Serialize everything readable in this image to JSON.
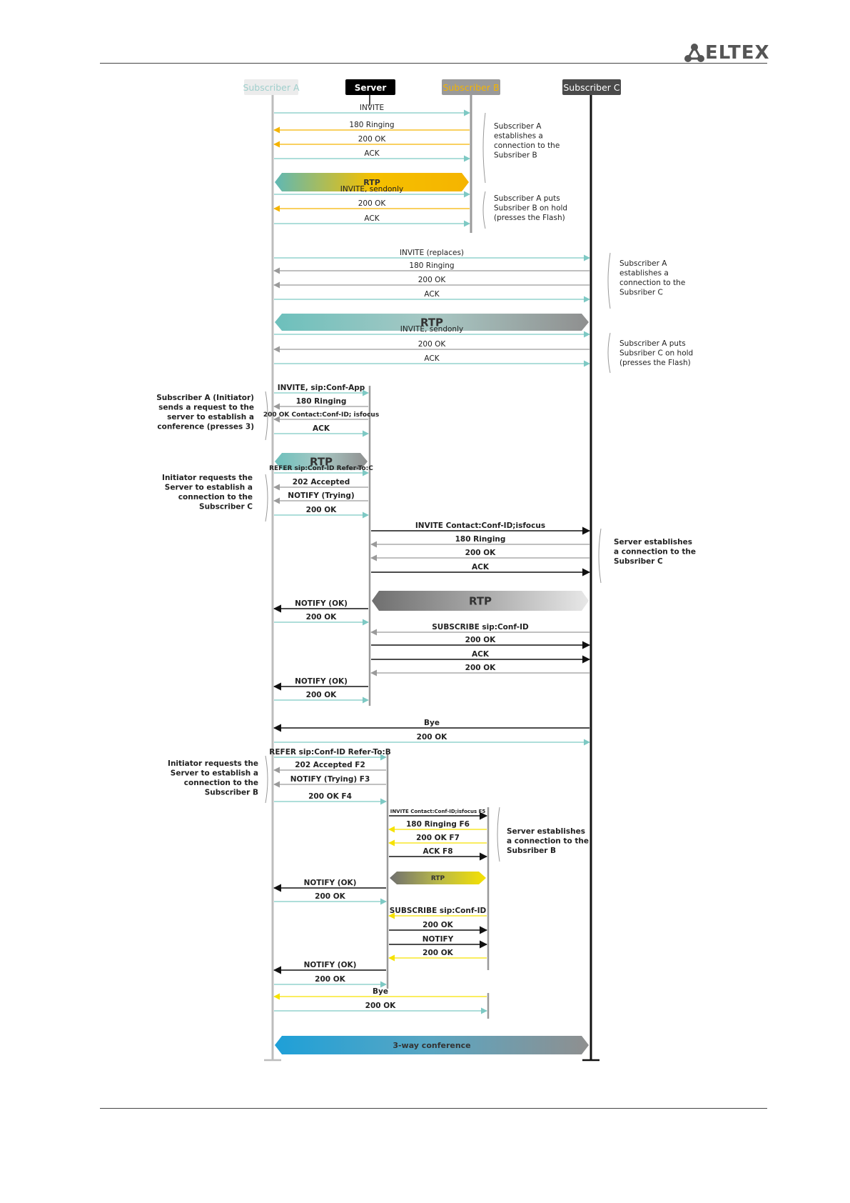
{
  "header": {
    "logo_text": "ELTEX"
  },
  "participants": [
    {
      "id": "A",
      "label": "Subscriber A",
      "bg": "#ececec",
      "fg": "#9fcfcc"
    },
    {
      "id": "S",
      "label": "Server",
      "bg": "#000000",
      "fg": "#ffffff"
    },
    {
      "id": "B",
      "label": "Subscriber B",
      "bg": "#9a9a9a",
      "fg": "#f4b400"
    },
    {
      "id": "C",
      "label": "Subscriber C",
      "bg": "#4a4a4a",
      "fg": "#ffffff"
    }
  ],
  "colors": {
    "A": "#7ec9c4",
    "B": "#f5b400",
    "B_light": "#f6e200",
    "C_grey": "#9a9a9a",
    "black": "#111111"
  },
  "messages": [
    {
      "label": "INVITE",
      "from": "A",
      "to": "B",
      "color": "A"
    },
    {
      "label": "180 Ringing",
      "from": "B",
      "to": "A",
      "color": "B"
    },
    {
      "label": "200 OK",
      "from": "B",
      "to": "A",
      "color": "B"
    },
    {
      "label": "ACK",
      "from": "A",
      "to": "B",
      "color": "A"
    },
    {
      "label": "INVITE, sendonly",
      "from": "A",
      "to": "B",
      "color": "A"
    },
    {
      "label": "200 OK",
      "from": "B",
      "to": "A",
      "color": "B"
    },
    {
      "label": "ACK",
      "from": "A",
      "to": "B",
      "color": "A"
    },
    {
      "label": "INVITE (replaces)",
      "from": "A",
      "to": "C",
      "color": "A"
    },
    {
      "label": "180 Ringing",
      "from": "C",
      "to": "A",
      "color": "C_grey"
    },
    {
      "label": "200 OK",
      "from": "C",
      "to": "A",
      "color": "C_grey"
    },
    {
      "label": "ACK",
      "from": "A",
      "to": "C",
      "color": "A"
    },
    {
      "label": "INVITE, sendonly",
      "from": "A",
      "to": "C",
      "color": "A"
    },
    {
      "label": "200 OK",
      "from": "C",
      "to": "A",
      "color": "C_grey"
    },
    {
      "label": "ACK",
      "from": "A",
      "to": "C",
      "color": "A"
    },
    {
      "label": "INVITE, sip:Conf-App",
      "from": "A",
      "to": "S",
      "color": "A",
      "bold": true
    },
    {
      "label": "180 Ringing",
      "from": "S",
      "to": "A",
      "color": "C_grey",
      "bold": true
    },
    {
      "label": "200 OK Contact:Conf-ID; isfocus",
      "from": "S",
      "to": "A",
      "color": "C_grey",
      "bold": true,
      "small": true
    },
    {
      "label": "ACK",
      "from": "A",
      "to": "S",
      "color": "A",
      "bold": true
    },
    {
      "label": "REFER sip:Conf-ID Refer-To:C",
      "from": "A",
      "to": "S",
      "color": "A",
      "bold": true,
      "small": true
    },
    {
      "label": "202 Accepted",
      "from": "S",
      "to": "A",
      "color": "C_grey",
      "bold": true
    },
    {
      "label": "NOTIFY (Trying)",
      "from": "S",
      "to": "A",
      "color": "C_grey",
      "bold": true
    },
    {
      "label": "200 OK",
      "from": "A",
      "to": "S",
      "color": "A",
      "bold": true
    },
    {
      "label": "INVITE Contact:Conf-ID;isfocus",
      "from": "S",
      "to": "C",
      "color": "black",
      "bold": true
    },
    {
      "label": "180 Ringing",
      "from": "C",
      "to": "S",
      "color": "C_grey",
      "bold": true
    },
    {
      "label": "200 OK",
      "from": "C",
      "to": "S",
      "color": "C_grey",
      "bold": true
    },
    {
      "label": "ACK",
      "from": "S",
      "to": "C",
      "color": "black",
      "bold": true
    },
    {
      "label": "NOTIFY (OK)",
      "from": "S",
      "to": "A",
      "color": "black",
      "bold": true
    },
    {
      "label": "200 OK",
      "from": "A",
      "to": "S",
      "color": "A",
      "bold": true
    },
    {
      "label": "SUBSCRIBE sip:Conf-ID",
      "from": "C",
      "to": "S",
      "color": "C_grey",
      "bold": true
    },
    {
      "label": "200 OK",
      "from": "S",
      "to": "C",
      "color": "black",
      "bold": true
    },
    {
      "label": "ACK",
      "from": "S",
      "to": "C",
      "color": "black",
      "bold": true
    },
    {
      "label": "200 OK",
      "from": "C",
      "to": "S",
      "color": "C_grey",
      "bold": true
    },
    {
      "label": "NOTIFY (OK)",
      "from": "S",
      "to": "A",
      "color": "black",
      "bold": true
    },
    {
      "label": "200 OK",
      "from": "A",
      "to": "S",
      "color": "A",
      "bold": true
    },
    {
      "label": "Bye",
      "from": "C",
      "to": "A",
      "color": "black",
      "bold": true
    },
    {
      "label": "200 OK",
      "from": "A",
      "to": "C",
      "color": "A",
      "bold": true
    },
    {
      "label": "REFER sip:Conf-ID Refer-To:B",
      "from": "A",
      "to": "S2",
      "color": "A",
      "bold": true
    },
    {
      "label": "202 Accepted F2",
      "from": "S2",
      "to": "A",
      "color": "C_grey",
      "bold": true
    },
    {
      "label": "NOTIFY (Trying) F3",
      "from": "S2",
      "to": "A",
      "color": "C_grey",
      "bold": true
    },
    {
      "label": "200 OK F4",
      "from": "A",
      "to": "S2",
      "color": "A",
      "bold": true
    },
    {
      "label": "INVITE Contact:Conf-ID;isfocus F5",
      "from": "S2",
      "to": "B2",
      "color": "black",
      "bold": true,
      "tiny": true
    },
    {
      "label": "180 Ringing F6",
      "from": "B2",
      "to": "S2",
      "color": "B_light",
      "bold": true
    },
    {
      "label": "200 OK F7",
      "from": "B2",
      "to": "S2",
      "color": "B_light",
      "bold": true
    },
    {
      "label": "ACK F8",
      "from": "S2",
      "to": "B2",
      "color": "black",
      "bold": true
    },
    {
      "label": "NOTIFY (OK)",
      "from": "S2",
      "to": "A",
      "color": "black",
      "bold": true
    },
    {
      "label": "200 OK",
      "from": "A",
      "to": "S2",
      "color": "A",
      "bold": true
    },
    {
      "label": "SUBSCRIBE sip:Conf-ID",
      "from": "B2",
      "to": "S2",
      "color": "B_light",
      "bold": true
    },
    {
      "label": "200 OK",
      "from": "S2",
      "to": "B2",
      "color": "black",
      "bold": true
    },
    {
      "label": "NOTIFY",
      "from": "S2",
      "to": "B2",
      "color": "black",
      "bold": true
    },
    {
      "label": "200 OK",
      "from": "B2",
      "to": "S2",
      "color": "B_light",
      "bold": true
    },
    {
      "label": "NOTIFY (OK)",
      "from": "S2",
      "to": "A",
      "color": "black",
      "bold": true
    },
    {
      "label": "200 OK",
      "from": "A",
      "to": "S2",
      "color": "A",
      "bold": true
    },
    {
      "label": "Bye",
      "from": "B2",
      "to": "A",
      "color": "B_light",
      "bold": true
    },
    {
      "label": "200 OK",
      "from": "A",
      "to": "B2",
      "color": "A",
      "bold": true
    }
  ],
  "rtp_bars": [
    {
      "label": "RTP",
      "from": "A",
      "to": "B",
      "colors": [
        "#5fb8b4",
        "#f5c000",
        "#f5b400"
      ]
    },
    {
      "label": "RTP",
      "from": "A",
      "to": "C",
      "colors": [
        "#6cc0bc",
        "#a8c8c4",
        "#8f8f8f"
      ],
      "large": true
    },
    {
      "label": "RTP",
      "from": "A",
      "to": "S",
      "colors": [
        "#6cc0bc",
        "#a8c8c4",
        "#8f8f8f"
      ],
      "large": true
    },
    {
      "label": "RTP",
      "from": "S",
      "to": "C",
      "colors": [
        "#6f6f6f",
        "#a8a8a8",
        "#e8e8e8"
      ],
      "large": true
    },
    {
      "label": "RTP",
      "from": "S2",
      "to": "B2",
      "colors": [
        "#6f6f6f",
        "#b8b84a",
        "#f6e200"
      ],
      "small": true
    },
    {
      "label": "3-way conference",
      "from": "A",
      "to": "C",
      "colors": [
        "#1ea0d8",
        "#5aa6c2",
        "#8f8f8f"
      ]
    }
  ],
  "notes": [
    {
      "text": [
        "Subscriber A",
        "establishes a",
        "connection to the",
        "Subsriber B"
      ],
      "side": "right",
      "bold": false
    },
    {
      "text": [
        "Subscriber A puts",
        "Subsriber B on hold",
        "(presses the Flash)"
      ],
      "side": "right",
      "bold": false
    },
    {
      "text": [
        "Subscriber A",
        "establishes a",
        "connection to the",
        "Subsriber C"
      ],
      "side": "right",
      "bold": false
    },
    {
      "text": [
        "Subscriber A puts",
        "Subsriber C on hold",
        "(presses the Flash)"
      ],
      "side": "right",
      "bold": false
    },
    {
      "text": [
        "Subscriber A (Initiator)",
        "sends a request to the",
        "server to establish a",
        "conference (presses 3)"
      ],
      "side": "left",
      "bold": true
    },
    {
      "text": [
        "Initiator requests the",
        "Server to establish a",
        "connection to the",
        "Subscriber C"
      ],
      "side": "left",
      "bold": true
    },
    {
      "text": [
        "Server establishes",
        "a connection to the",
        "Subsriber C"
      ],
      "side": "right",
      "bold": true
    },
    {
      "text": [
        "Initiator requests the",
        "Server to establish a",
        "connection to the",
        "Subscriber B"
      ],
      "side": "left",
      "bold": true
    },
    {
      "text": [
        "Server establishes",
        "a connection to the",
        "Subsriber B"
      ],
      "side": "right",
      "bold": true
    }
  ]
}
